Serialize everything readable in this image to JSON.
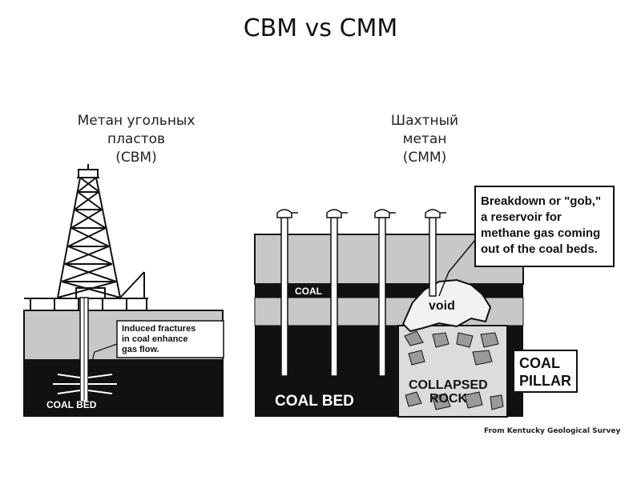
{
  "title": "CBM vs CMM",
  "left_caption": {
    "line1": "Метан угольных",
    "line2": "пластов",
    "line3": "(CBM)"
  },
  "right_caption": {
    "line1": "Шахтный",
    "line2": "метан",
    "line3": "(CMM)"
  },
  "cbm_diagram": {
    "callout": [
      "Induced fractures",
      "in coal enhance",
      "gas flow."
    ],
    "coal_bed_label": "COAL BED"
  },
  "cmm_diagram": {
    "callout": [
      "Breakdown or \"gob,\"",
      "a reservoir for",
      "methane gas coming",
      "out of the coal beds."
    ],
    "coal_label": "COAL",
    "coal_bed_label": "COAL BED",
    "void_label": "void",
    "collapsed_label": [
      "COLLAPSED",
      "ROCK"
    ],
    "pillar_label": [
      "COAL",
      "PILLAR"
    ]
  },
  "credit": "From Kentucky Geological Survey"
}
